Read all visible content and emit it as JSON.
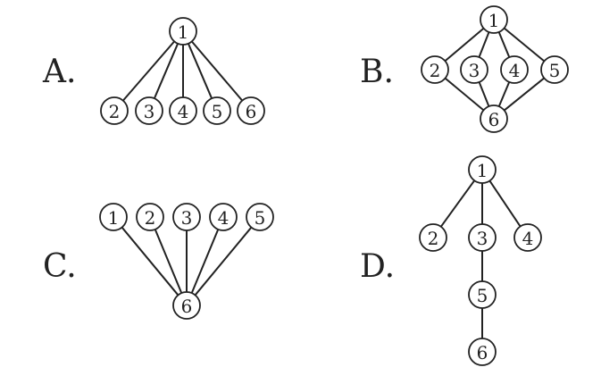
{
  "options": [
    {
      "label": "A.",
      "nodes": [
        "1",
        "2",
        "3",
        "4",
        "5",
        "6"
      ],
      "edges": [
        [
          "1",
          "2"
        ],
        [
          "1",
          "3"
        ],
        [
          "1",
          "4"
        ],
        [
          "1",
          "5"
        ],
        [
          "1",
          "6"
        ]
      ]
    },
    {
      "label": "B.",
      "nodes": [
        "1",
        "2",
        "3",
        "4",
        "5",
        "6"
      ],
      "edges": [
        [
          "1",
          "2"
        ],
        [
          "1",
          "3"
        ],
        [
          "1",
          "4"
        ],
        [
          "1",
          "5"
        ],
        [
          "2",
          "6"
        ],
        [
          "3",
          "6"
        ],
        [
          "4",
          "6"
        ],
        [
          "5",
          "6"
        ]
      ]
    },
    {
      "label": "C.",
      "nodes": [
        "1",
        "2",
        "3",
        "4",
        "5",
        "6"
      ],
      "edges": [
        [
          "1",
          "6"
        ],
        [
          "2",
          "6"
        ],
        [
          "3",
          "6"
        ],
        [
          "4",
          "6"
        ],
        [
          "5",
          "6"
        ]
      ]
    },
    {
      "label": "D.",
      "nodes": [
        "1",
        "2",
        "3",
        "4",
        "5",
        "6"
      ],
      "edges": [
        [
          "1",
          "2"
        ],
        [
          "1",
          "3"
        ],
        [
          "1",
          "4"
        ],
        [
          "3",
          "5"
        ],
        [
          "5",
          "6"
        ]
      ]
    }
  ]
}
